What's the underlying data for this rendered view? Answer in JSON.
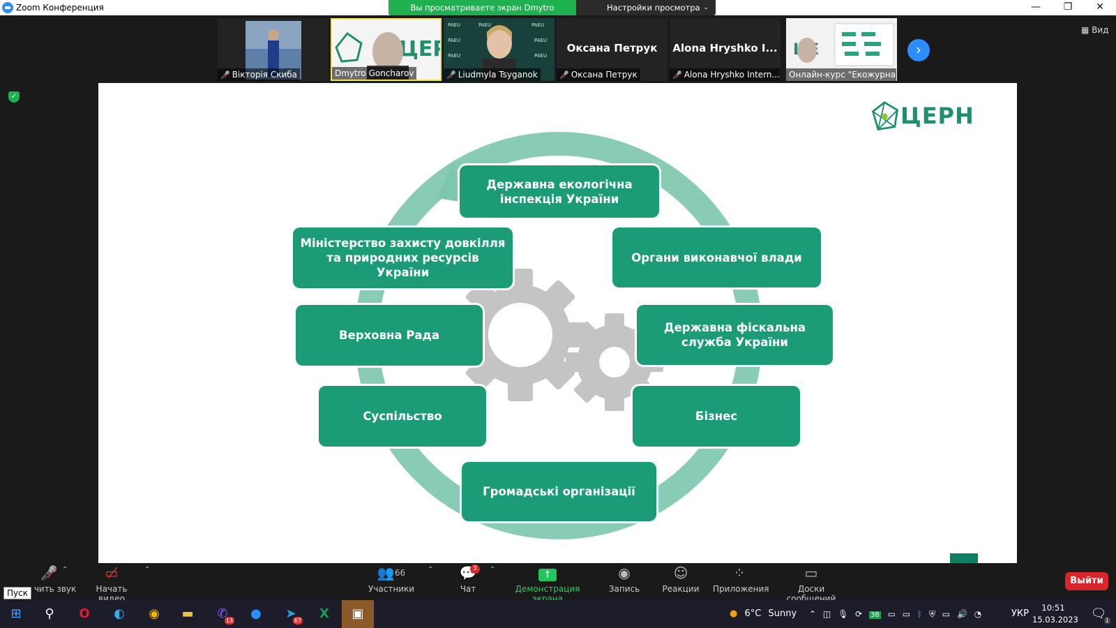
{
  "window": {
    "title": "Zoom Конференция"
  },
  "banner": {
    "sharing_text": "Вы просматриваете экран Dmytro Goncharov",
    "view_settings": "Настройки просмотра"
  },
  "participants": [
    {
      "name": "Вікторія Скиба",
      "muted": true
    },
    {
      "name": "Dmytro Goncharov",
      "muted": false
    },
    {
      "name": "Liudmyla Tsyganok",
      "muted": true
    },
    {
      "name": "Оксана Петрук",
      "display": "Оксана Петрук",
      "muted": true
    },
    {
      "name": "Alona Hryshko Intern...",
      "display": "Alona Hryshko I...",
      "muted": true
    },
    {
      "name": "Онлайн-курс \"Екожурна...",
      "muted": false
    }
  ],
  "view_button": "Вид",
  "slide": {
    "logo_text": "ЦЕРН",
    "nodes": [
      {
        "id": "inspection",
        "label": "Державна екологічна інспекція України"
      },
      {
        "id": "executive",
        "label": "Органи виконавчої влади"
      },
      {
        "id": "fiscal",
        "label": "Державна фіскальна служба України"
      },
      {
        "id": "business",
        "label": "Бізнес"
      },
      {
        "id": "ngo",
        "label": "Громадські організації"
      },
      {
        "id": "society",
        "label": "Суспільство"
      },
      {
        "id": "rada",
        "label": "Верховна Рада"
      },
      {
        "id": "ministry",
        "label": "Міністерство захисту довкілля та природних ресурсів України"
      }
    ]
  },
  "toolbar": {
    "mute": "чить звук",
    "video": "Начать видео",
    "participants": "Участники",
    "participants_count": "66",
    "chat": "Чат",
    "chat_badge": "3",
    "share": "Демонстрация экрана",
    "record": "Запись",
    "reactions": "Реакции",
    "apps": "Приложения",
    "whiteboards": "Доски сообщений",
    "leave": "Выйти"
  },
  "start_tooltip": "Пуск",
  "taskbar": {
    "viber_badge": "13",
    "telegram_badge": "67",
    "weather_temp": "6°C",
    "weather_desc": "Sunny",
    "tray_badge": "38",
    "lang": "УКР",
    "time": "10:51",
    "date": "15.03.2023",
    "notif_count": "1"
  },
  "colors": {
    "node_green": "#1b9b76",
    "ring_green": "#7cc7ae",
    "zoom_blue": "#2d8cff",
    "share_green": "#1fb050",
    "leave_red": "#d9262c"
  }
}
